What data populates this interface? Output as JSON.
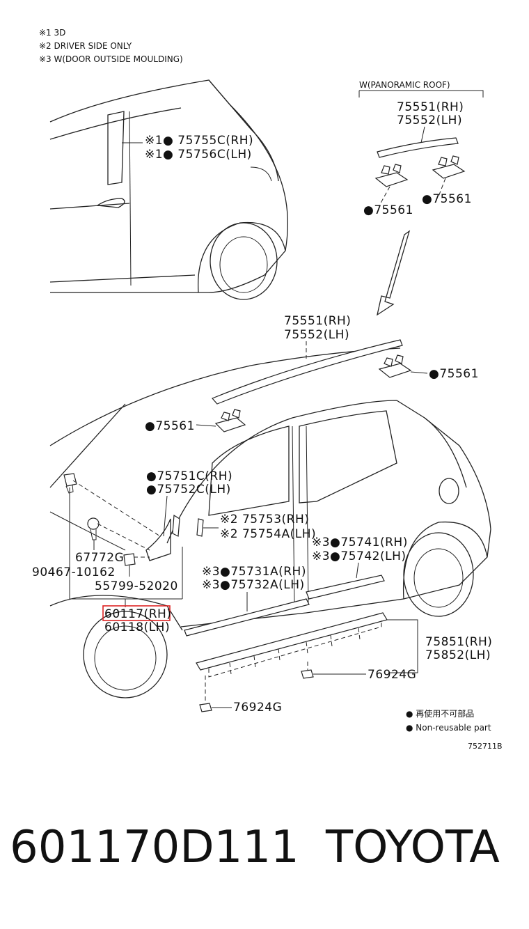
{
  "notes": [
    "※1 3D",
    "※2 DRIVER SIDE ONLY",
    "※3 W(DOOR OUTSIDE MOULDING)"
  ],
  "panoramic_title": "W(PANORAMIC ROOF)",
  "labels": {
    "l_75755c": "※1● 75755C(RH)",
    "l_75756c": "※1● 75756C(LH)",
    "l_75551_top": "75551(RH)",
    "l_75552_top": "75552(LH)",
    "l_75561_a": "●75561",
    "l_75561_b": "●75561",
    "l_75551": "75551(RH)",
    "l_75552": "75552(LH)",
    "l_75561_c": "●75561",
    "l_75561_d": "●75561",
    "l_75751c": "●75751C(RH)",
    "l_75752c": "●75752C(LH)",
    "l_75753": "※2 75753(RH)",
    "l_75754a": "※2 75754A(LH)",
    "l_75741": "※3●75741(RH)",
    "l_75742": "※3●75742(LH)",
    "l_75731a": "※3●75731A(RH)",
    "l_75732a": "※3●75732A(LH)",
    "l_67772g": "67772G",
    "l_90467": "90467-10162",
    "l_55799": "55799-52020",
    "l_60117": "60117(RH)",
    "l_60118": "60118(LH)",
    "l_75851": "75851(RH)",
    "l_75852": "75852(LH)",
    "l_76924g_a": "76924G",
    "l_76924g_b": "76924G"
  },
  "legend": {
    "jp": "● 再使用不可部品",
    "en": "● Non-reusable part"
  },
  "diagram_code": "752711B",
  "footer": {
    "part_number": "601170D111",
    "brand": "TOYOTA"
  },
  "highlight_color": "#dd2222"
}
